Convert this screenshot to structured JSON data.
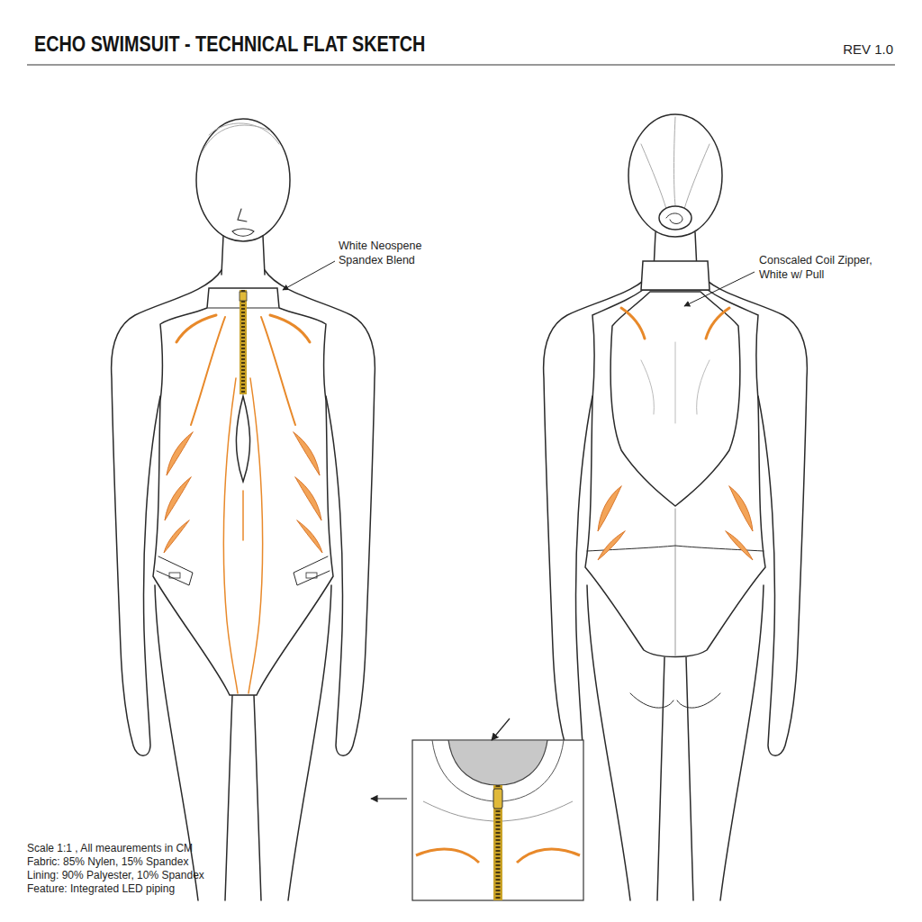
{
  "diagram": {
    "title": "ECHO SWIMSUIT - TECHNICAL FLAT SKETCH",
    "labels": [
      "REV 1.0",
      "White Neospene Spandex Blend",
      "Conscaled Coil Zipper, White w/ Pull",
      "Scale 1:1 , All meaurements in CM",
      "Fabric: 85% Nylen, 15% Spandex",
      "Lining: 90% Palyester, 10% Spandex",
      "Feature: Integrated LED piping"
    ]
  }
}
